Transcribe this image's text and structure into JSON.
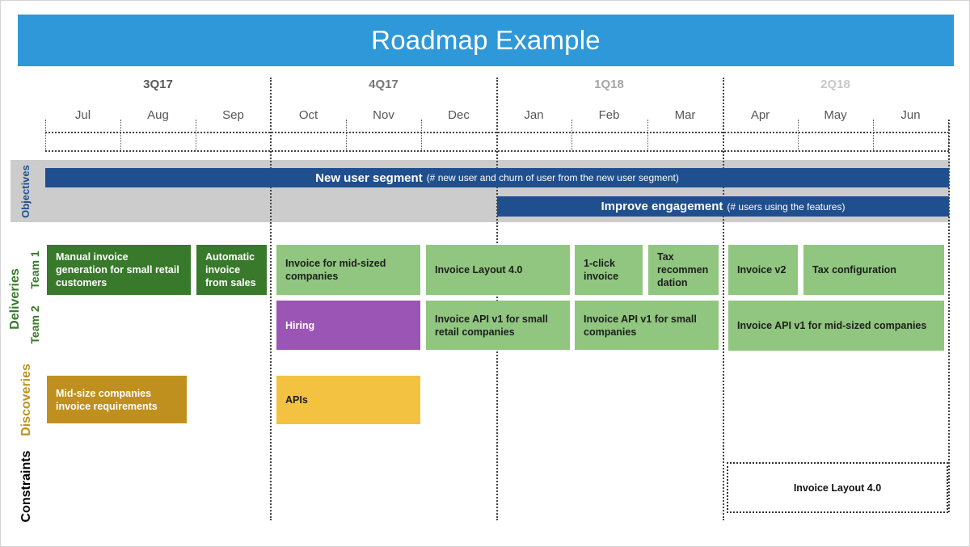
{
  "title": "Roadmap Example",
  "quarters": [
    {
      "label": "3Q17",
      "color": "#595959"
    },
    {
      "label": "4Q17",
      "color": "#767676"
    },
    {
      "label": "1Q18",
      "color": "#a6a6a6"
    },
    {
      "label": "2Q18",
      "color": "#c8c8c8"
    }
  ],
  "months": [
    "Jul",
    "Aug",
    "Sep",
    "Oct",
    "Nov",
    "Dec",
    "Jan",
    "Feb",
    "Mar",
    "Apr",
    "May",
    "Jun"
  ],
  "row_labels": {
    "objectives": "Objectives",
    "deliveries": "Deliveries",
    "team1": "Team 1",
    "team2": "Team 2",
    "discoveries": "Discoveries",
    "constraints": "Constraints"
  },
  "objectives": [
    {
      "title": "New user segment",
      "note": "(# new user and churn of user from the new user segment)"
    },
    {
      "title": "Improve engagement",
      "note": "(# users using the features)"
    }
  ],
  "team1": [
    "Manual invoice generation  for small retail customers",
    "Automatic invoice from sales",
    "Invoice for mid-sized companies",
    "Invoice Layout 4.0",
    "1-click invoice",
    "Tax recommen dation",
    "Invoice v2",
    "Tax configuration"
  ],
  "team2": [
    "Hiring",
    "Invoice API v1 for small retail companies",
    "Invoice API v1 for small companies",
    "Invoice API v1 for mid-sized companies"
  ],
  "discoveries": [
    "Mid-size companies invoice requirements",
    "APIs"
  ],
  "constraints": [
    "Invoice Layout 4.0"
  ],
  "colors": {
    "title_bar": "#2f98d8",
    "objective_bar": "#1f4f8e",
    "objective_band": "#cccccc",
    "delivery_dark": "#38792b",
    "delivery_light": "#90c67f",
    "hiring": "#9b55b4",
    "discovery_dark": "#c0901e",
    "discovery_light": "#f2c240",
    "label_objectives": "#1f4f8e",
    "label_deliveries": "#38792b",
    "label_discoveries": "#c0901e",
    "label_constraints": "#000000"
  }
}
